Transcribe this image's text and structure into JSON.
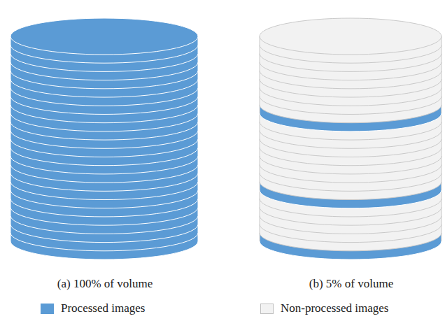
{
  "diagram": {
    "labels": [
      "(a) 100% of volume",
      "(b) 5% of volume"
    ],
    "legend": [
      {
        "text": "Processed images",
        "color": "#5b9bd5"
      },
      {
        "text": "Non-processed images",
        "color": "#f2f2f2"
      }
    ]
  }
}
